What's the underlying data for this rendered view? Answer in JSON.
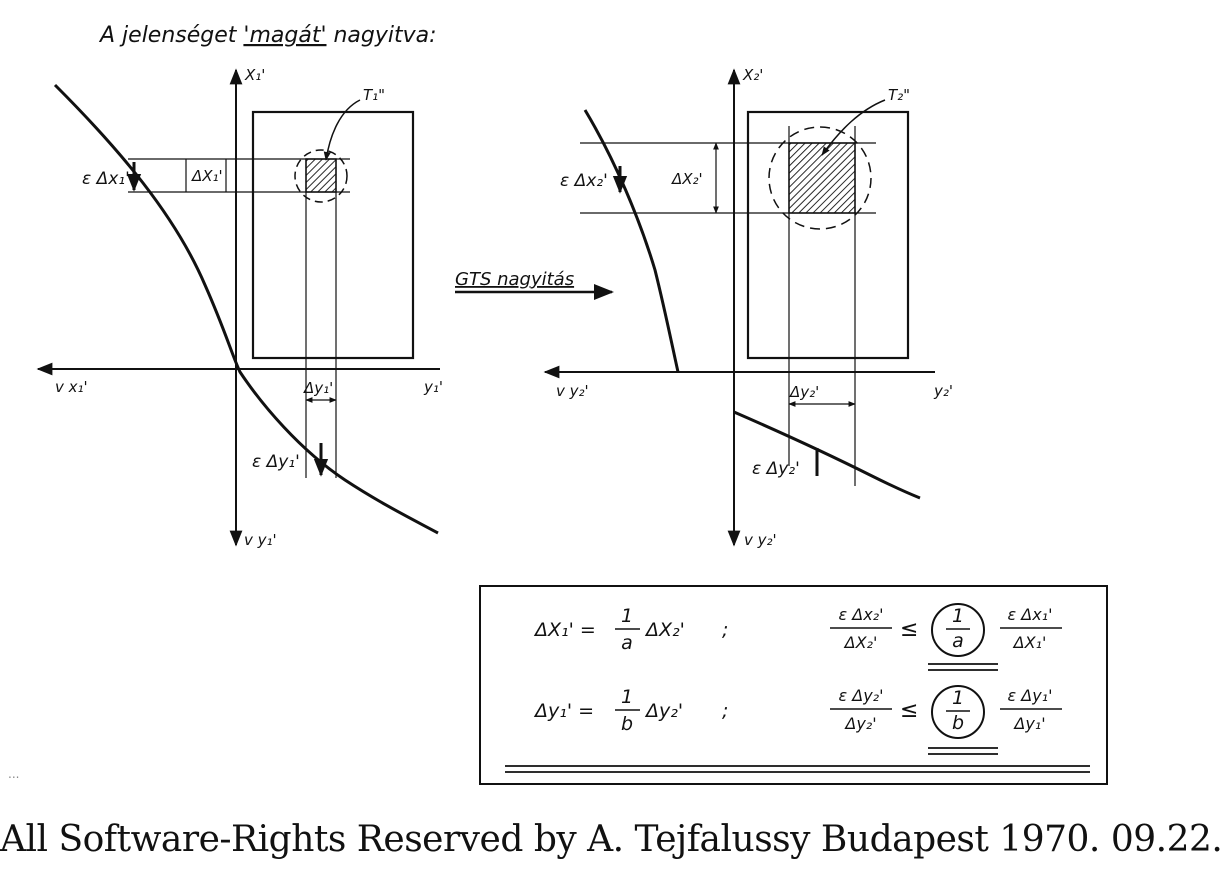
{
  "heading": {
    "prefix": "A jelenséget ",
    "emphasis": "'magát'",
    "suffix": " nagyitva:"
  },
  "left_diagram": {
    "axis_up": "X₁'",
    "axis_left": "v x₁'",
    "axis_right": "y₁'",
    "axis_down": "v y₁'",
    "region_label": "T₁\"",
    "delta_x": "ΔX₁'",
    "delta_y": "Δy₁'",
    "eps_x": "ε Δx₁'",
    "eps_y": "ε Δy₁'"
  },
  "middle_arrow_label": "GTS nagyitás",
  "right_diagram": {
    "axis_up": "X₂'",
    "axis_left": "v y₂'",
    "axis_right": "y₂'",
    "axis_down": "v y₂'",
    "region_label": "T₂\"",
    "delta_x": "ΔX₂'",
    "delta_y": "Δy₂'",
    "eps_x": "ε Δx₂'",
    "eps_y": "ε Δy₂'"
  },
  "formulas": {
    "row1": {
      "lhs": "ΔX₁' = ",
      "frac_num": "1",
      "frac_den": "a",
      "rhs_tail": "ΔX₂'",
      "sep": ";",
      "ratio_left_num": "ε Δx₂'",
      "ratio_left_den": "ΔX₂'",
      "relation": "≤",
      "circled_num": "1",
      "circled_den": "a",
      "ratio_right_num": "ε Δx₁'",
      "ratio_right_den": "ΔX₁'"
    },
    "row2": {
      "lhs": "Δy₁' = ",
      "frac_num": "1",
      "frac_den": "b",
      "rhs_tail": "Δy₂'",
      "sep": ";",
      "ratio_left_num": "ε Δy₂'",
      "ratio_left_den": "Δy₂'",
      "relation": "≤",
      "circled_num": "1",
      "circled_den": "b",
      "ratio_right_num": "ε Δy₁'",
      "ratio_right_den": "Δy₁'"
    }
  },
  "margin_note": "...",
  "footer": "All Software-Rights Reserved by A. Tejfalussy Budapest 1970. 09.22."
}
